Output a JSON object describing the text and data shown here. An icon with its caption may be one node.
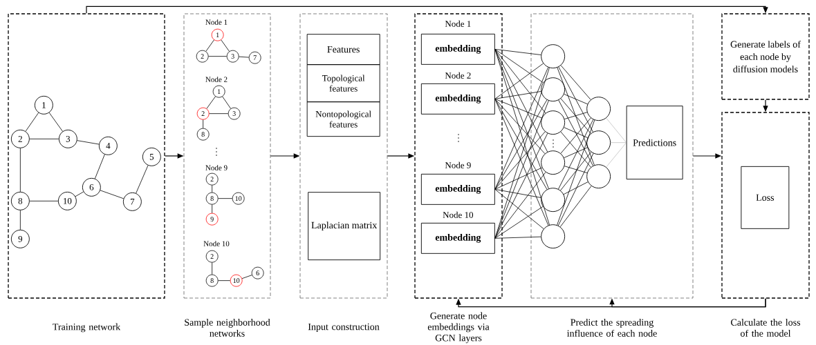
{
  "diagram": {
    "nodes": [
      {
        "text": [],
        "shape": "box",
        "beside": [
          "Training network"
        ]
      },
      {
        "text": [
          "1"
        ],
        "in": 0
      },
      {
        "text": [
          "2"
        ],
        "in": 0
      },
      {
        "text": [
          "3"
        ],
        "in": 0
      },
      {
        "text": [
          "4"
        ],
        "in": 0
      },
      {
        "text": [
          "5"
        ],
        "in": 0
      },
      {
        "text": [
          "6"
        ],
        "in": 0
      },
      {
        "text": [
          "7"
        ],
        "in": 0
      },
      {
        "text": [
          "8"
        ],
        "in": 0
      },
      {
        "text": [
          "9"
        ],
        "in": 0
      },
      {
        "text": [
          "10"
        ],
        "in": 0
      },
      {
        "text": [],
        "shape": "box",
        "beside": [
          "Sample neighborhood networks"
        ]
      },
      {
        "text": [
          "1"
        ],
        "in": 11
      },
      {
        "text": [
          "2"
        ],
        "in": 11
      },
      {
        "text": [
          "3"
        ],
        "in": 11
      },
      {
        "text": [
          "7"
        ],
        "in": 11
      },
      {
        "text": [
          "1"
        ],
        "in": 11
      },
      {
        "text": [
          "2"
        ],
        "in": 11
      },
      {
        "text": [
          "3"
        ],
        "in": 11
      },
      {
        "text": [
          "8"
        ],
        "in": 11
      },
      {
        "text": [
          "2"
        ],
        "in": 11
      },
      {
        "text": [
          "8"
        ],
        "in": 11
      },
      {
        "text": [
          "10"
        ],
        "in": 11
      },
      {
        "text": [
          "9"
        ],
        "in": 11
      },
      {
        "text": [
          "2"
        ],
        "in": 11
      },
      {
        "text": [
          "8"
        ],
        "in": 11
      },
      {
        "text": [
          "10"
        ],
        "in": 11
      },
      {
        "text": [
          "6"
        ],
        "in": 11
      },
      {
        "text": [],
        "shape": "box",
        "beside": [
          "Input construction"
        ]
      },
      {
        "text": [
          "Features"
        ],
        "in": 28
      },
      {
        "text": [
          "Topological features"
        ],
        "in": 28
      },
      {
        "text": [
          "Nontopological features"
        ],
        "in": 28
      },
      {
        "text": [
          "Laplacian matrix"
        ],
        "in": 28
      },
      {
        "text": [],
        "shape": "box",
        "beside": [
          "Generate node embeddings via GCN layers"
        ]
      },
      {
        "text": [
          "Node 1",
          "embedding"
        ],
        "in": 33
      },
      {
        "text": [
          "Node 2",
          "embedding"
        ],
        "in": 33
      },
      {
        "text": [
          "Node 9",
          "embedding"
        ],
        "in": 33
      },
      {
        "text": [
          "Node 10",
          "embedding"
        ],
        "in": 33
      },
      {
        "text": [],
        "shape": "box",
        "beside": [
          "Predict the spreading influence of each node"
        ]
      },
      {
        "text": [],
        "shape": "circle",
        "in": 38
      },
      {
        "text": [],
        "shape": "circle",
        "in": 38
      },
      {
        "text": [],
        "shape": "circle",
        "in": 38
      },
      {
        "text": [],
        "shape": "circle",
        "in": 38
      },
      {
        "text": [],
        "shape": "circle",
        "in": 38
      },
      {
        "text": [],
        "shape": "circle",
        "in": 38
      },
      {
        "text": [],
        "shape": "circle",
        "in": 38
      },
      {
        "text": [],
        "shape": "circle",
        "in": 38
      },
      {
        "text": [],
        "shape": "circle",
        "in": 38
      },
      {
        "text": [
          "Predictions"
        ],
        "in": 38
      },
      {
        "text": [
          "Generate labels of each node by diffusion models"
        ]
      },
      {
        "text": [],
        "shape": "box",
        "beside": [
          "Calculate the loss of the model"
        ]
      },
      {
        "text": [
          "Loss"
        ],
        "in": 50
      }
    ],
    "edges": [
      {
        "from": 1,
        "to": 2,
        "arrow": "none"
      },
      {
        "from": 1,
        "to": 3,
        "arrow": "none"
      },
      {
        "from": 2,
        "to": 3,
        "arrow": "none"
      },
      {
        "from": 3,
        "to": 4,
        "arrow": "none"
      },
      {
        "from": 2,
        "to": 8,
        "arrow": "none"
      },
      {
        "from": 8,
        "to": 10,
        "arrow": "none"
      },
      {
        "from": 8,
        "to": 9,
        "arrow": "none"
      },
      {
        "from": 10,
        "to": 6,
        "arrow": "none"
      },
      {
        "from": 6,
        "to": 4,
        "arrow": "none"
      },
      {
        "from": 6,
        "to": 7,
        "arrow": "none"
      },
      {
        "from": 7,
        "to": 5,
        "arrow": "none"
      },
      {
        "from": 12,
        "to": 13,
        "arrow": "none"
      },
      {
        "from": 12,
        "to": 14,
        "arrow": "none"
      },
      {
        "from": 13,
        "to": 14,
        "arrow": "none"
      },
      {
        "from": 14,
        "to": 15,
        "arrow": "none"
      },
      {
        "from": 16,
        "to": 17,
        "arrow": "none"
      },
      {
        "from": 16,
        "to": 18,
        "arrow": "none"
      },
      {
        "from": 17,
        "to": 18,
        "arrow": "none"
      },
      {
        "from": 17,
        "to": 19,
        "arrow": "none"
      },
      {
        "from": 20,
        "to": 21,
        "arrow": "none"
      },
      {
        "from": 21,
        "to": 22,
        "arrow": "none"
      },
      {
        "from": 21,
        "to": 23,
        "arrow": "none"
      },
      {
        "from": 24,
        "to": 25,
        "arrow": "none"
      },
      {
        "from": 25,
        "to": 26,
        "arrow": "none"
      },
      {
        "from": 26,
        "to": 27,
        "arrow": "none"
      },
      {
        "from": 0,
        "to": 11,
        "arrow": "to"
      },
      {
        "from": 11,
        "to": 28,
        "arrow": "to"
      },
      {
        "from": 28,
        "to": 33,
        "arrow": "to"
      },
      {
        "from": 38,
        "to": 50,
        "arrow": "to"
      },
      {
        "from": 49,
        "to": 50,
        "arrow": "to"
      },
      {
        "from": 0,
        "to": 49,
        "arrow": "to"
      },
      {
        "from": 50,
        "to": 33,
        "arrow": "to"
      },
      {
        "from": 50,
        "to": 38,
        "arrow": "to"
      },
      {
        "from": 34,
        "to": 39,
        "arrow": "none"
      },
      {
        "from": 34,
        "to": 40,
        "arrow": "none"
      },
      {
        "from": 34,
        "to": 41,
        "arrow": "none"
      },
      {
        "from": 34,
        "to": 42,
        "arrow": "none"
      },
      {
        "from": 34,
        "to": 43,
        "arrow": "none"
      },
      {
        "from": 34,
        "to": 44,
        "arrow": "none"
      },
      {
        "from": 35,
        "to": 39,
        "arrow": "none"
      },
      {
        "from": 35,
        "to": 40,
        "arrow": "none"
      },
      {
        "from": 35,
        "to": 41,
        "arrow": "none"
      },
      {
        "from": 35,
        "to": 42,
        "arrow": "none"
      },
      {
        "from": 35,
        "to": 43,
        "arrow": "none"
      },
      {
        "from": 35,
        "to": 44,
        "arrow": "none"
      },
      {
        "from": 36,
        "to": 39,
        "arrow": "none"
      },
      {
        "from": 36,
        "to": 40,
        "arrow": "none"
      },
      {
        "from": 36,
        "to": 41,
        "arrow": "none"
      },
      {
        "from": 36,
        "to": 42,
        "arrow": "none"
      },
      {
        "from": 36,
        "to": 43,
        "arrow": "none"
      },
      {
        "from": 36,
        "to": 44,
        "arrow": "none"
      },
      {
        "from": 37,
        "to": 39,
        "arrow": "none"
      },
      {
        "from": 37,
        "to": 40,
        "arrow": "none"
      },
      {
        "from": 37,
        "to": 41,
        "arrow": "none"
      },
      {
        "from": 37,
        "to": 42,
        "arrow": "none"
      },
      {
        "from": 37,
        "to": 43,
        "arrow": "none"
      },
      {
        "from": 37,
        "to": 44,
        "arrow": "none"
      },
      {
        "from": 39,
        "to": 45,
        "arrow": "none"
      },
      {
        "from": 39,
        "to": 46,
        "arrow": "none"
      },
      {
        "from": 39,
        "to": 47,
        "arrow": "none"
      },
      {
        "from": 40,
        "to": 45,
        "arrow": "none"
      },
      {
        "from": 40,
        "to": 46,
        "arrow": "none"
      },
      {
        "from": 40,
        "to": 47,
        "arrow": "none"
      },
      {
        "from": 41,
        "to": 45,
        "arrow": "none"
      },
      {
        "from": 41,
        "to": 46,
        "arrow": "none"
      },
      {
        "from": 41,
        "to": 47,
        "arrow": "none"
      },
      {
        "from": 42,
        "to": 45,
        "arrow": "none"
      },
      {
        "from": 42,
        "to": 46,
        "arrow": "none"
      },
      {
        "from": 42,
        "to": 47,
        "arrow": "none"
      },
      {
        "from": 43,
        "to": 45,
        "arrow": "none"
      },
      {
        "from": 43,
        "to": 46,
        "arrow": "none"
      },
      {
        "from": 43,
        "to": 47,
        "arrow": "none"
      },
      {
        "from": 44,
        "to": 45,
        "arrow": "none"
      },
      {
        "from": 44,
        "to": 46,
        "arrow": "none"
      },
      {
        "from": 44,
        "to": 47,
        "arrow": "none"
      },
      {
        "from": 45,
        "to": 48,
        "arrow": "none",
        "color": "#999999"
      },
      {
        "from": 46,
        "to": 48,
        "arrow": "none",
        "color": "#999999"
      },
      {
        "from": 47,
        "to": 48,
        "arrow": "none",
        "color": "#999999"
      }
    ],
    "labels": [
      "Node 1",
      "Node 2",
      "Node 9",
      "Node 10"
    ]
  }
}
